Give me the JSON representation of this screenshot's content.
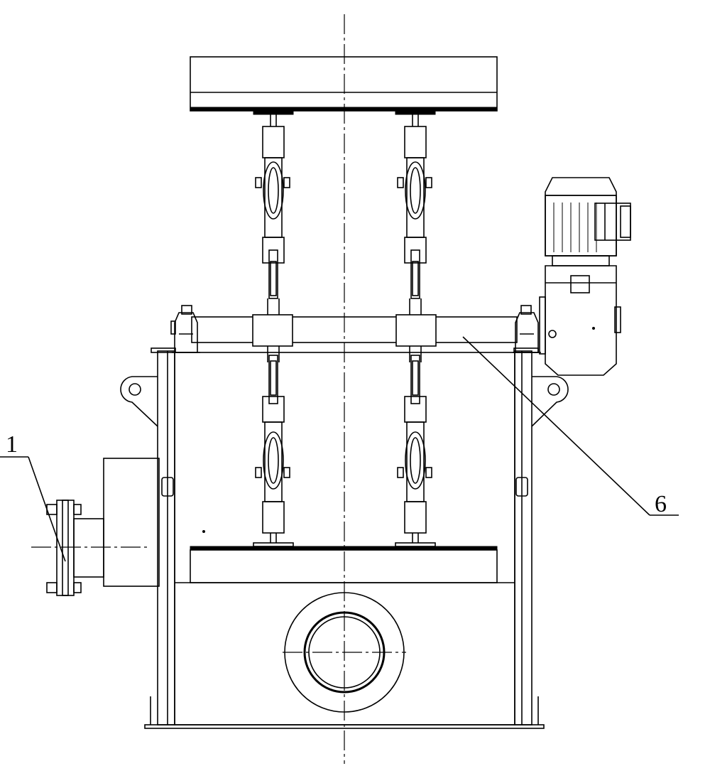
{
  "drawing": {
    "type": "mechanical-elevation",
    "callouts": [
      {
        "id": "callout-1",
        "label": "1"
      },
      {
        "id": "callout-6",
        "label": "6"
      }
    ],
    "line_color": "#000000",
    "background": "#ffffff"
  }
}
